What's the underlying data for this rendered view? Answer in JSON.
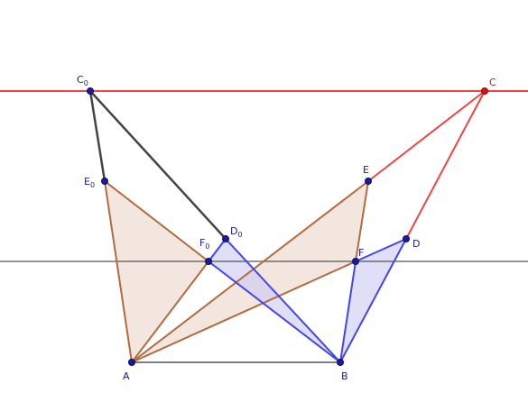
{
  "colors": {
    "red": "#ef4444",
    "red_point": "#dd1111",
    "gray": "#555555",
    "dark": "#333333",
    "brown": "#b26b3f",
    "brown_fill": "#e7d2c3",
    "blue": "#4444ee",
    "blue_fill": "#c9c9f4",
    "point": "#1a1aa8",
    "label": "#1a1a99",
    "label_red": "#dd1111"
  },
  "points": {
    "A": {
      "label": "A",
      "sub": ""
    },
    "B": {
      "label": "B",
      "sub": ""
    },
    "C": {
      "label": "C",
      "sub": ""
    },
    "D": {
      "label": "D",
      "sub": ""
    },
    "E": {
      "label": "E",
      "sub": ""
    },
    "F": {
      "label": "F",
      "sub": ""
    },
    "C0": {
      "label": "C",
      "sub": "0"
    },
    "D0": {
      "label": "D",
      "sub": "0"
    },
    "E0": {
      "label": "E",
      "sub": "0"
    },
    "F0": {
      "label": "F",
      "sub": "0"
    }
  }
}
